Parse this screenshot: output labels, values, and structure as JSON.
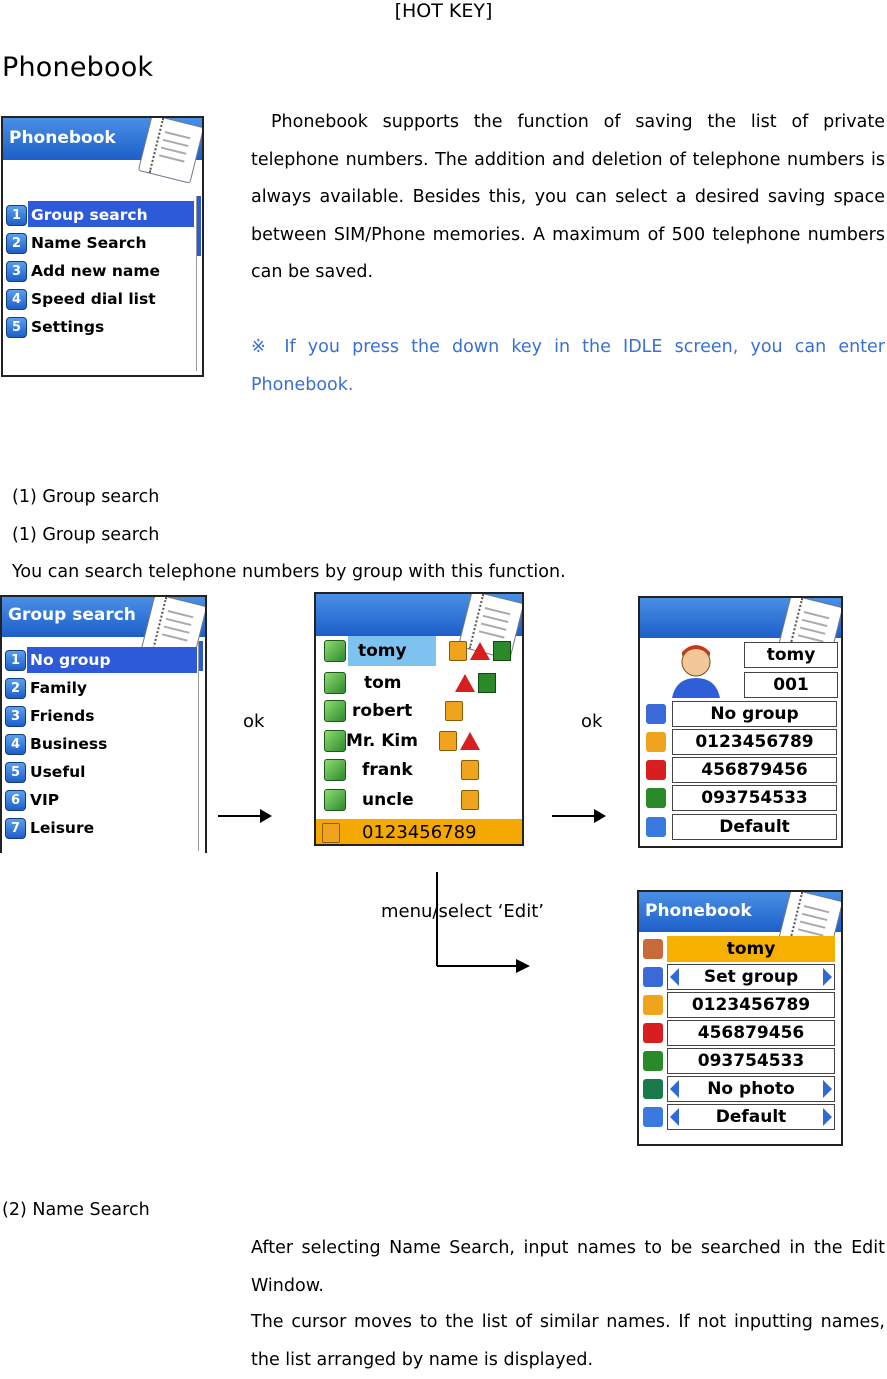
{
  "header": {
    "hotkey": "[HOT KEY]",
    "title": "Phonebook"
  },
  "intro": {
    "paragraph": "Phonebook supports the function of saving the list of private telephone numbers. The addition and deletion of telephone numbers is always available. Besides this, you can select a desired saving space between SIM/Phone memories. A maximum of 500 telephone numbers can be saved.",
    "note": "※ If you press the down key in the IDLE screen, you can enter Phonebook."
  },
  "phonebook_screen": {
    "title": "Phonebook",
    "items": [
      {
        "num": "1",
        "label": "Group search"
      },
      {
        "num": "2",
        "label": "Name Search"
      },
      {
        "num": "3",
        "label": "Add new name"
      },
      {
        "num": "4",
        "label": "Speed dial list"
      },
      {
        "num": "5",
        "label": "Settings"
      }
    ]
  },
  "section1": {
    "heading_a": "(1) Group search",
    "heading_b": "(1) Group search",
    "description": "You can search telephone numbers by group with this function."
  },
  "group_screen": {
    "title": "Group search",
    "items": [
      {
        "num": "1",
        "label": "No group"
      },
      {
        "num": "2",
        "label": "Family"
      },
      {
        "num": "3",
        "label": "Friends"
      },
      {
        "num": "4",
        "label": "Business"
      },
      {
        "num": "5",
        "label": "Useful"
      },
      {
        "num": "6",
        "label": "VIP"
      },
      {
        "num": "7",
        "label": "Leisure"
      }
    ]
  },
  "contacts_screen": {
    "names": [
      "tomy",
      "tom",
      "robert",
      "Mr. Kim",
      "frank",
      "uncle"
    ],
    "number": "0123456789"
  },
  "labels": {
    "ok1": "ok",
    "ok2": "ok",
    "menu_edit": "menu/select ‘Edit’"
  },
  "detail_screen": {
    "name": "tomy",
    "id": "001",
    "group": "No group",
    "mobile": "0123456789",
    "home": "456879456",
    "office": "093754533",
    "ring": "Default"
  },
  "edit_screen": {
    "title": "Phonebook",
    "name": "tomy",
    "group": "Set group",
    "mobile": "0123456789",
    "home": "456879456",
    "office": "093754533",
    "photo": "No photo",
    "ring": "Default"
  },
  "section2": {
    "heading": "(2) Name Search",
    "line1": "After selecting Name Search, input names to be searched in the Edit Window.",
    "line2": "The cursor moves to the list of similar names. If not inputting names, the list arranged by name is displayed."
  }
}
